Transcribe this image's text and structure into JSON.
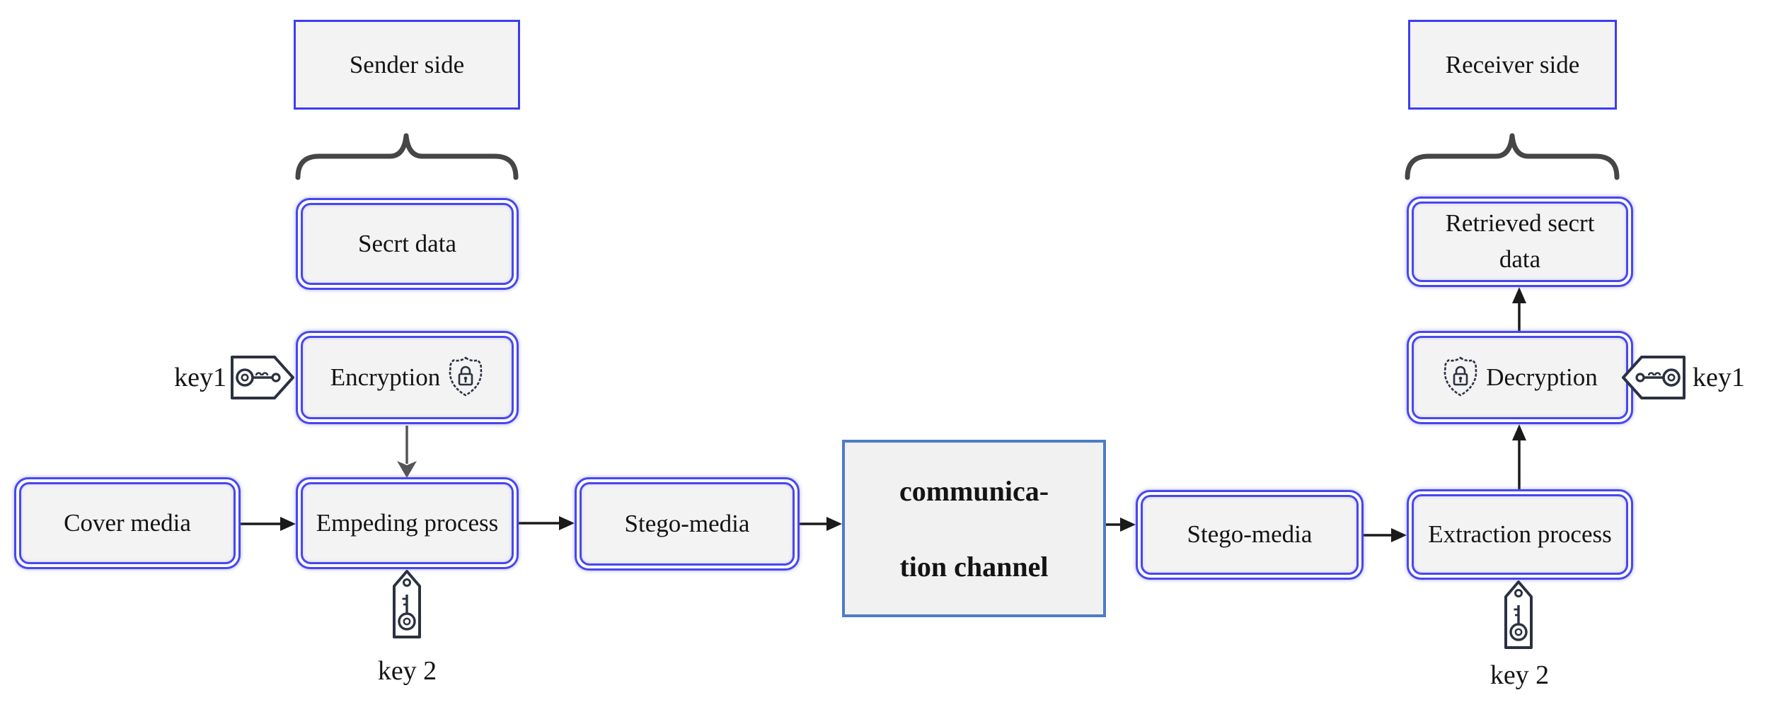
{
  "sides": {
    "sender": "Sender side",
    "receiver": "Receiver side"
  },
  "nodes": {
    "secret_data": "Secrt data",
    "encryption": "Encryption",
    "cover_media": "Cover media",
    "embedding_process": "Empeding process",
    "stego_media_sender": "Stego-media",
    "channel_line1": "communica-",
    "channel_line2": "tion channel",
    "stego_media_receiver": "Stego-media",
    "extraction_process": "Extraction process",
    "decryption": "Decryption",
    "retrieved_secret_data": "Retrieved secrt data"
  },
  "keys": {
    "encryption_key": "key1",
    "embedding_key": "key 2",
    "decryption_key": "key1",
    "extraction_key": "key 2"
  },
  "icons": {
    "shield_lock": "shield-lock-icon",
    "key_tag_horizontal": "key-tag-icon",
    "key_tag_vertical": "key-tag-icon"
  },
  "colors": {
    "node_border": "#4747ef",
    "frame_border": "#3c3cf2",
    "channel_border": "#4d7cc7",
    "box_fill": "#f3f3f4",
    "arrow": "#1a1a1a",
    "soft_arrow": "#555555",
    "brace": "#464646",
    "icon_stroke": "#2b3140",
    "text": "#141414"
  }
}
